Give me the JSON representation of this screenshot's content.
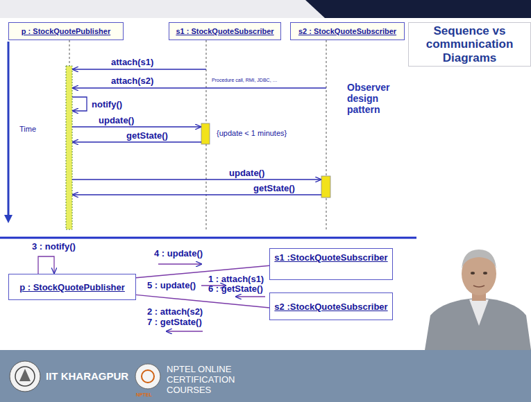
{
  "diagram": {
    "title": "Sequence vs communication Diagrams",
    "nodes": [
      {
        "text": [
          "p : StockQuotePublisher"
        ]
      },
      {
        "text": [
          "s1 : StockQuoteSubscriber"
        ]
      },
      {
        "text": [
          "s2 : StockQuoteSubscriber"
        ]
      },
      {
        "text": [
          "p : StockQuotePublisher"
        ]
      },
      {
        "text": [
          "s1 :StockQuoteSubscriber"
        ]
      },
      {
        "text": [
          "s2 :StockQuoteSubscriber"
        ]
      }
    ],
    "edges": [
      {
        "from": 3,
        "to": 4,
        "arrow": "none"
      },
      {
        "from": 3,
        "to": 5,
        "arrow": "none"
      }
    ],
    "labels": [
      "Time",
      "attach(s1)",
      "attach(s2)",
      "Procedure call, RMI, JDBC, …",
      "notify()",
      "update()",
      "getState()",
      "{update < 1 minutes}",
      "update()",
      "getState()",
      "Observer design pattern",
      "3 : notify()",
      "4 : update()",
      "1 : attach(s1)",
      "6 : getState()",
      "5 : update()",
      "2 : attach(s2)",
      "7 : getState()",
      "IIT KHARAGPUR",
      "NPTEL ONLINE CERTIFICATION COURSES",
      "NPTEL"
    ]
  }
}
